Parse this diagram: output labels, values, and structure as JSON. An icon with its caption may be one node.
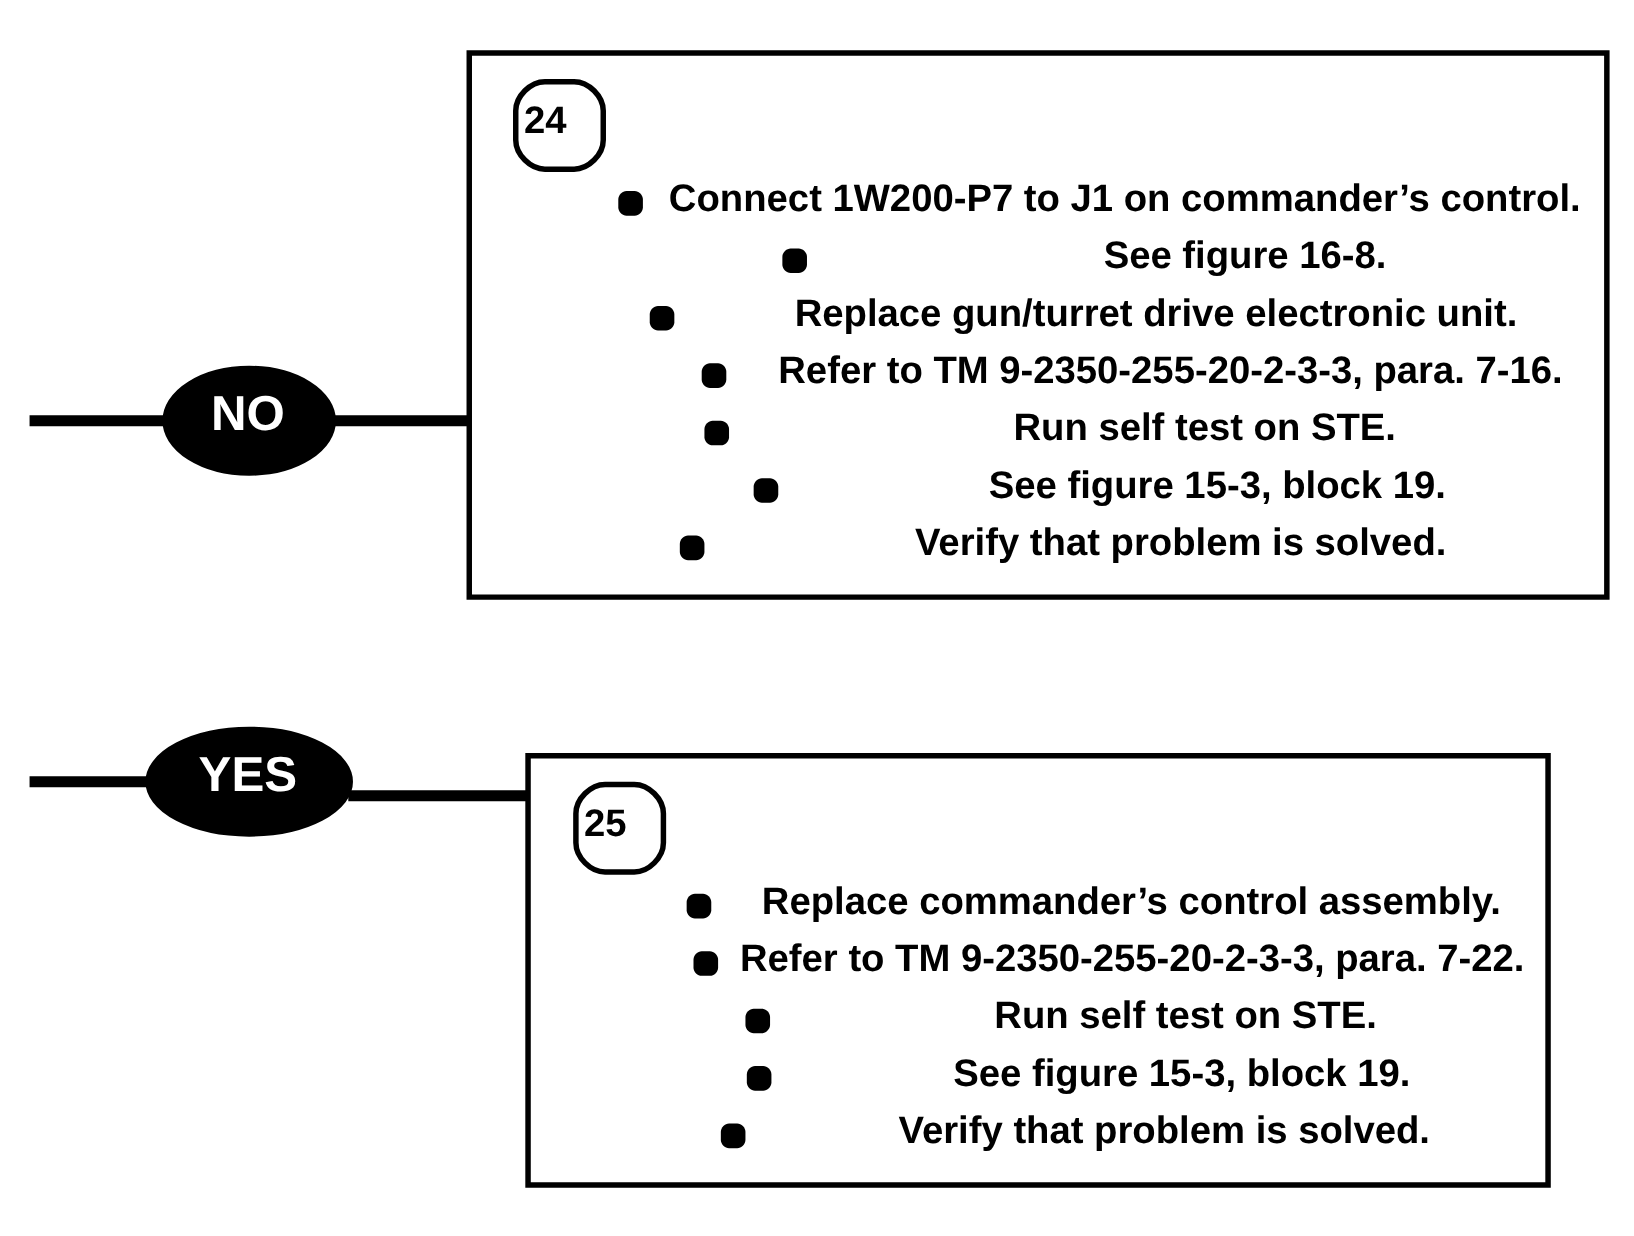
{
  "diagram": {
    "nodes": [
      {
        "text": [
          "NO"
        ]
      },
      {
        "text": [
          "24",
          "Connect 1W200-P7 to J1 on commander’s control.",
          "See figure 16-8.",
          "Replace gun/turret drive electronic unit.",
          "Refer to TM 9-2350-255-20-2-3-3, para. 7-16.",
          "Run self test on STE.",
          "See figure 15-3, block 19.",
          "Verify that problem is solved."
        ]
      },
      {
        "text": [
          "YES"
        ]
      },
      {
        "text": [
          "25",
          "Replace commander’s control assembly.",
          "Refer to TM 9-2350-255-20-2-3-3, para. 7-22.",
          "Run self test on STE.",
          "See figure 15-3, block 19.",
          "Verify that problem is solved."
        ]
      }
    ],
    "edges": [
      {
        "from": null,
        "to": 0,
        "arrow": "none"
      },
      {
        "from": 0,
        "to": 1,
        "arrow": "none"
      },
      {
        "from": null,
        "to": 2,
        "arrow": "none"
      },
      {
        "from": 2,
        "to": 3,
        "arrow": "none"
      }
    ]
  }
}
